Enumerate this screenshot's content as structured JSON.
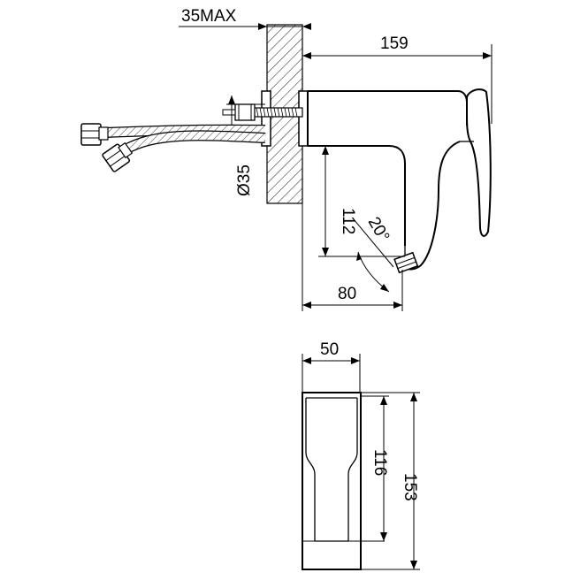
{
  "drawing": {
    "dimensions": {
      "wall_max": "35MAX",
      "projection": "159",
      "hole_diameter": "Ø35",
      "height": "112",
      "angle": "20°",
      "spout_reach": "80",
      "body_width": "50",
      "inner_height": "116",
      "total_height": "153"
    },
    "colors": {
      "line": "#000000",
      "background": "#ffffff"
    }
  }
}
